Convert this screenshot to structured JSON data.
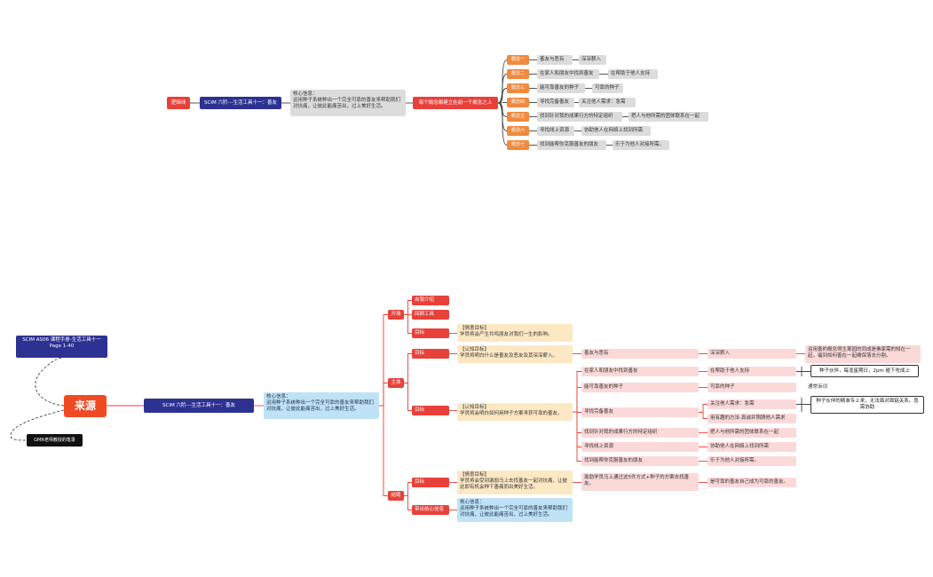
{
  "colors": {
    "red": "#e8413a",
    "orange": "#f08a3e",
    "navy": "#2d3192",
    "gray": "#dcdcdc",
    "pink": "#fbd9d9",
    "cream": "#fde8c4",
    "blue": "#bfe3f5",
    "line": "#e8413a",
    "dark_line": "#444444"
  },
  "top_map": {
    "root": "逻辑线",
    "title": "SCIM 六阶---生活工具十一：善友",
    "core_info": "核心信息：\n运用种子系统种出一个完全可靠的善友来帮助我们对抗痛，让彼此能痛苦出，过上美好生活。",
    "hub": "每个概念都建立在前一个概念之上",
    "concepts": [
      {
        "label": "概念一",
        "items": [
          "善友与恶有",
          "深深薪入"
        ]
      },
      {
        "label": "概念二",
        "items": [
          "在家人和朋友中找到善友",
          "在帮助于他人支持"
        ]
      },
      {
        "label": "概念三",
        "items": [
          "能可靠善友的种子",
          "可靠的种子"
        ]
      },
      {
        "label": "概念四",
        "items": [
          "寻找完备善友",
          "关注他人需求：急需"
        ]
      },
      {
        "label": "概念五",
        "items": [
          "找到针对我的成果行方的特定组织",
          "把人与他所需的团体联系在一起"
        ]
      },
      {
        "label": "概念六",
        "items": [
          "寻找线上资源",
          "协助他人在网络上找到所需"
        ]
      },
      {
        "label": "概念七",
        "items": [
          "找到能帮你克服善友的朋友",
          "乐于为他人对接所需。"
        ]
      }
    ]
  },
  "bottom_map": {
    "source": "来源",
    "source_notes": [
      "SCIM AS06 课程手册-生活工具十一\nPage 1-40",
      "GMR老师教授的笔录"
    ],
    "title": "SCIM 六阶---生活工具十一：善友",
    "core_info": "核心信息：\n运用种子系统种出一个完全可靠的善友来帮助我们对抗痛，让彼此能痛苦出，过上美好生活。",
    "sections": {
      "open": {
        "label": "开场",
        "children": [
          "自我介绍",
          "回顾工具",
          "目标"
        ],
        "goal_text": "【情意目标】\n学员将会产生共鸣朋友对我们一生的影响。"
      },
      "main": {
        "label": "主体",
        "goal1_label": "目标",
        "goal1_text": "【认知目标】\n学员将明白什么是善友及恶友及其深深薪入。",
        "goal1_item": "善友与恶有",
        "goal1_leaf": "深深薪入",
        "goal1_note": "运用善的概念得生寒园的同成是佛家需的知在一起，福到如何善在一起确保落去分割。",
        "goal2_label": "目标",
        "goal2_text": "【认知目标】\n学员将会明白如何用种子方案寻获可靠的善友。",
        "goal2_items": [
          {
            "text": "在家人和朋友中找到善友",
            "leaf": "在帮助于他人支持",
            "note": "种子伙伴，每逢星期日，2pm 碰下吃成上"
          },
          {
            "text": "能可靠善友的种子",
            "leaf": "可靠的种子",
            "note": "通常诉词"
          },
          {
            "text": "寻找完备善友",
            "leaves": [
              "关注他人需求：急需",
              "用有趣的方法-真诚并照顾他人需求"
            ],
            "note": "种子伙伴的精准专上来，无法面对面链关系。急需协助"
          },
          {
            "text": "找到针对我的成果行方的特定组织",
            "leaf": "把人与他所需的团体联系在一起"
          },
          {
            "text": "寻找线上资源",
            "leaf": "协助他人在网络上找到所需"
          },
          {
            "text": "找到能帮你克服善友的朋友",
            "leaf": "乐于为他人对接所需。"
          }
        ]
      },
      "end": {
        "label": "结尾",
        "goal_label": "目标",
        "goal_text": "【情意目标】\n学员将会受到激励马上去找善友一起对抗痛，让彼此即有机会种下善痛而出美好生活。",
        "goal_item": "激励学员马上通过这5件方式+种子的方案去找善友。",
        "goal_leaf": "是可靠的善友自己成为可靠的善友。",
        "core_label": "带出核心信息",
        "core_text": "核心信息：\n运用种子系统种出一个完全可靠的善友来帮助我们对抗痛，让彼此能痛苦出，过上美好生活。"
      }
    }
  }
}
